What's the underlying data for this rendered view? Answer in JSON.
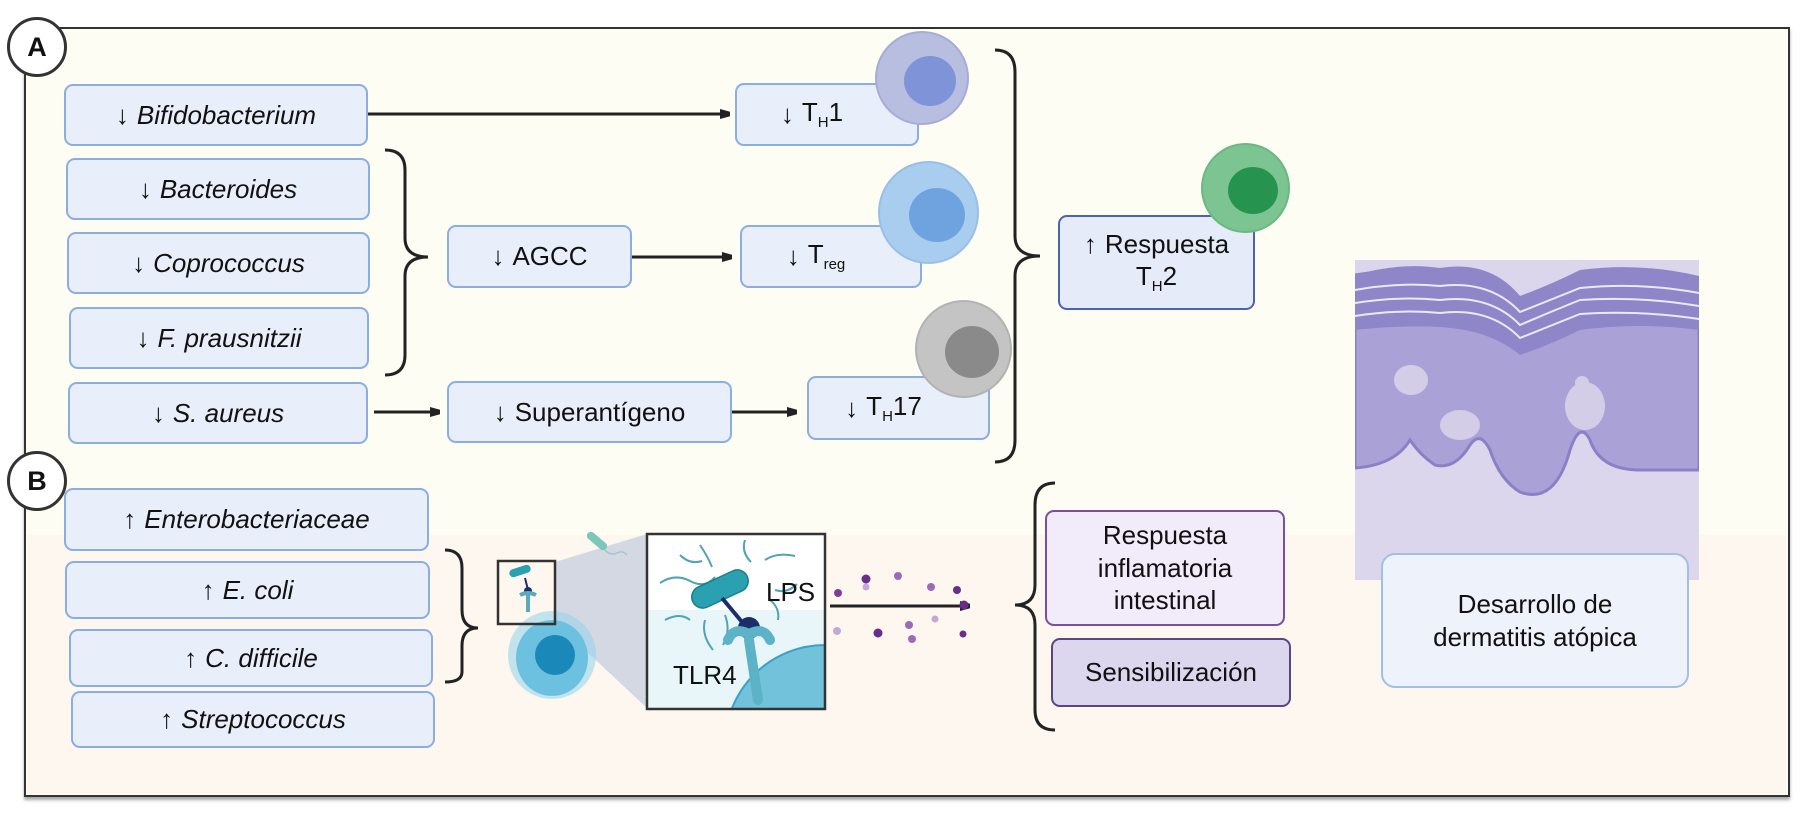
{
  "panels": {
    "a_label": "A",
    "b_label": "B"
  },
  "panel_a": {
    "bacteria": [
      {
        "arrow": "↓",
        "name": "Bifidobacterium"
      },
      {
        "arrow": "↓",
        "name": "Bacteroides"
      },
      {
        "arrow": "↓",
        "name": "Coprococcus"
      },
      {
        "arrow": "↓",
        "name": "F. prausnitzii"
      },
      {
        "arrow": "↓",
        "name": "S. aureus"
      }
    ],
    "agcc": {
      "arrow": "↓",
      "text": "AGCC"
    },
    "superantigen": {
      "arrow": "↓",
      "text": "Superantígeno"
    },
    "th1": {
      "arrow": "↓",
      "main": "T",
      "sub": "H",
      "suffix": "1"
    },
    "treg": {
      "arrow": "↓",
      "main": "T",
      "sub": "reg",
      "suffix": ""
    },
    "th17": {
      "arrow": "↓",
      "main": "T",
      "sub": "H",
      "suffix": "17"
    },
    "th2": {
      "arrow": "↑",
      "line1": "Respuesta",
      "main": "T",
      "sub": "H",
      "suffix": "2"
    },
    "cell_colors": {
      "th1": {
        "outer": "#b8bedf",
        "inner": "#7f93d9"
      },
      "treg": {
        "outer": "#a9cdee",
        "inner": "#6fa3e0"
      },
      "th17": {
        "outer": "#c4c4c4",
        "inner": "#8a8a8a"
      },
      "th2": {
        "outer": "#7cc491",
        "inner": "#26944f"
      }
    }
  },
  "panel_b": {
    "bacteria": [
      {
        "arrow": "↑",
        "name": "Enterobacteriaceae"
      },
      {
        "arrow": "↑",
        "name": "E. coli"
      },
      {
        "arrow": "↑",
        "name": "C. difficile"
      },
      {
        "arrow": "↑",
        "name": "Streptococcus"
      }
    ],
    "lps_label": "LPS",
    "tlr4_label": "TLR4",
    "outcomes": [
      {
        "text": "Respuesta inflamatoria intestinal"
      },
      {
        "text": "Sensibilización"
      }
    ]
  },
  "result": {
    "text": "Desarrollo de dermatitis atópica"
  },
  "colors": {
    "box_border": "#8aaee0",
    "box_fill": "#e9effa",
    "skin": "#9a8fce",
    "teal": "#2aa0b0",
    "cytokine": "#7d3f98"
  }
}
